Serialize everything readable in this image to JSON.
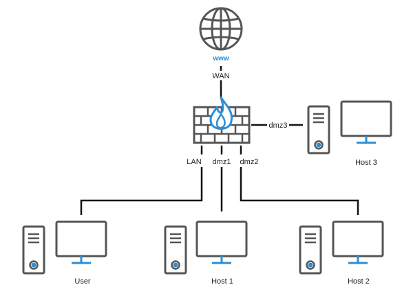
{
  "colors": {
    "line": "#111111",
    "device": "#555555",
    "device_fill": "#ffffff",
    "accent": "#2a8fd6",
    "brick": "#555555"
  },
  "globe": {
    "icon": "globe-icon",
    "text": "www"
  },
  "firewall": {
    "icon": "firewall-icon",
    "flame_icon": "flame-icon"
  },
  "links": {
    "wan": "WAN",
    "lan": "LAN",
    "dmz1": "dmz1",
    "dmz2": "dmz2",
    "dmz3": "dmz3"
  },
  "hosts": [
    {
      "id": "user",
      "label": "User",
      "icon": "computer-icon"
    },
    {
      "id": "host1",
      "label": "Host 1",
      "icon": "computer-icon"
    },
    {
      "id": "host2",
      "label": "Host 2",
      "icon": "computer-icon"
    },
    {
      "id": "host3",
      "label": "Host 3",
      "icon": "computer-icon"
    }
  ]
}
